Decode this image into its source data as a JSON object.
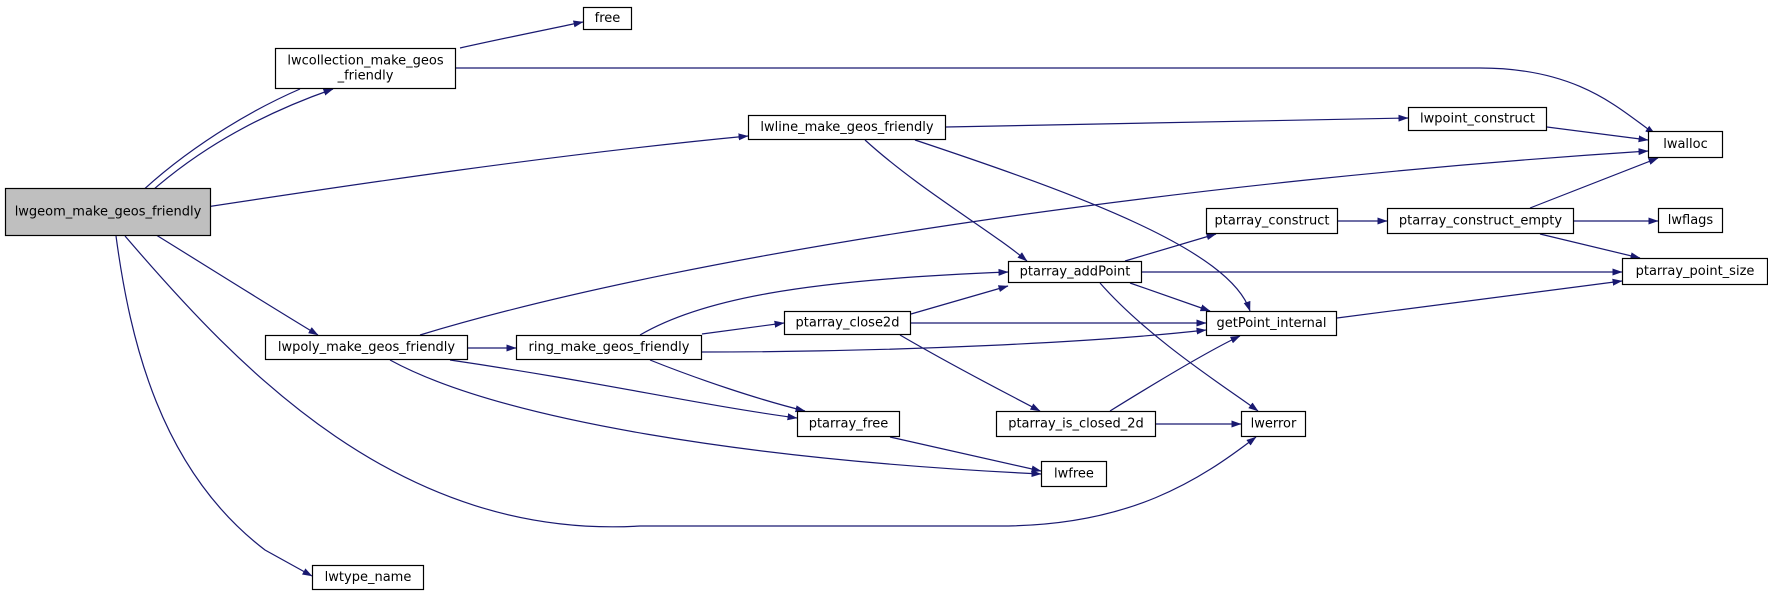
{
  "colors": {
    "edge": "#191970",
    "node_fill": "#ffffff",
    "root_fill": "#bfbfbf",
    "border": "#000000"
  },
  "nodes": [
    {
      "id": "root",
      "lines": [
        "lwgeom_make_geos_friendly"
      ],
      "root": true
    },
    {
      "id": "coll",
      "lines": [
        "lwcollection_make_geos",
        "_friendly"
      ]
    },
    {
      "id": "free",
      "lines": [
        "free"
      ]
    },
    {
      "id": "line",
      "lines": [
        "lwline_make_geos_friendly"
      ]
    },
    {
      "id": "poly",
      "lines": [
        "lwpoly_make_geos_friendly"
      ]
    },
    {
      "id": "typen",
      "lines": [
        "lwtype_name"
      ]
    },
    {
      "id": "ptcon",
      "lines": [
        "lwpoint_construct"
      ]
    },
    {
      "id": "lwalloc",
      "lines": [
        "lwalloc"
      ]
    },
    {
      "id": "paadd",
      "lines": [
        "ptarray_addPoint"
      ]
    },
    {
      "id": "getpt",
      "lines": [
        "getPoint_internal"
      ]
    },
    {
      "id": "ring",
      "lines": [
        "ring_make_geos_friendly"
      ]
    },
    {
      "id": "close2d",
      "lines": [
        "ptarray_close2d"
      ]
    },
    {
      "id": "pafree",
      "lines": [
        "ptarray_free"
      ]
    },
    {
      "id": "lwfree",
      "lines": [
        "lwfree"
      ]
    },
    {
      "id": "lwerror",
      "lines": [
        "lwerror"
      ]
    },
    {
      "id": "pacon",
      "lines": [
        "ptarray_construct"
      ]
    },
    {
      "id": "paempty",
      "lines": [
        "ptarray_construct_empty"
      ]
    },
    {
      "id": "lwflags",
      "lines": [
        "lwflags"
      ]
    },
    {
      "id": "ptsize",
      "lines": [
        "ptarray_point_size"
      ]
    },
    {
      "id": "isclosed",
      "lines": [
        "ptarray_is_closed_2d"
      ]
    }
  ],
  "edges": [
    {
      "from": "root",
      "to": "coll"
    },
    {
      "from": "coll",
      "to": "root"
    },
    {
      "from": "coll",
      "to": "free"
    },
    {
      "from": "coll",
      "to": "lwalloc"
    },
    {
      "from": "root",
      "to": "line"
    },
    {
      "from": "root",
      "to": "poly"
    },
    {
      "from": "root",
      "to": "typen"
    },
    {
      "from": "root",
      "to": "lwerror"
    },
    {
      "from": "line",
      "to": "ptcon"
    },
    {
      "from": "line",
      "to": "paadd"
    },
    {
      "from": "line",
      "to": "getpt"
    },
    {
      "from": "ptcon",
      "to": "lwalloc"
    },
    {
      "from": "poly",
      "to": "lwalloc"
    },
    {
      "from": "poly",
      "to": "ring"
    },
    {
      "from": "poly",
      "to": "pafree"
    },
    {
      "from": "poly",
      "to": "lwfree"
    },
    {
      "from": "ring",
      "to": "paadd"
    },
    {
      "from": "ring",
      "to": "close2d"
    },
    {
      "from": "ring",
      "to": "getpt"
    },
    {
      "from": "ring",
      "to": "pafree"
    },
    {
      "from": "close2d",
      "to": "paadd"
    },
    {
      "from": "close2d",
      "to": "getpt"
    },
    {
      "from": "close2d",
      "to": "isclosed"
    },
    {
      "from": "paadd",
      "to": "pacon"
    },
    {
      "from": "paadd",
      "to": "ptsize"
    },
    {
      "from": "paadd",
      "to": "getpt"
    },
    {
      "from": "paadd",
      "to": "lwerror"
    },
    {
      "from": "pacon",
      "to": "paempty"
    },
    {
      "from": "paempty",
      "to": "lwalloc"
    },
    {
      "from": "paempty",
      "to": "lwflags"
    },
    {
      "from": "paempty",
      "to": "ptsize"
    },
    {
      "from": "getpt",
      "to": "ptsize"
    },
    {
      "from": "isclosed",
      "to": "getpt"
    },
    {
      "from": "isclosed",
      "to": "lwerror"
    },
    {
      "from": "pafree",
      "to": "lwfree"
    }
  ]
}
